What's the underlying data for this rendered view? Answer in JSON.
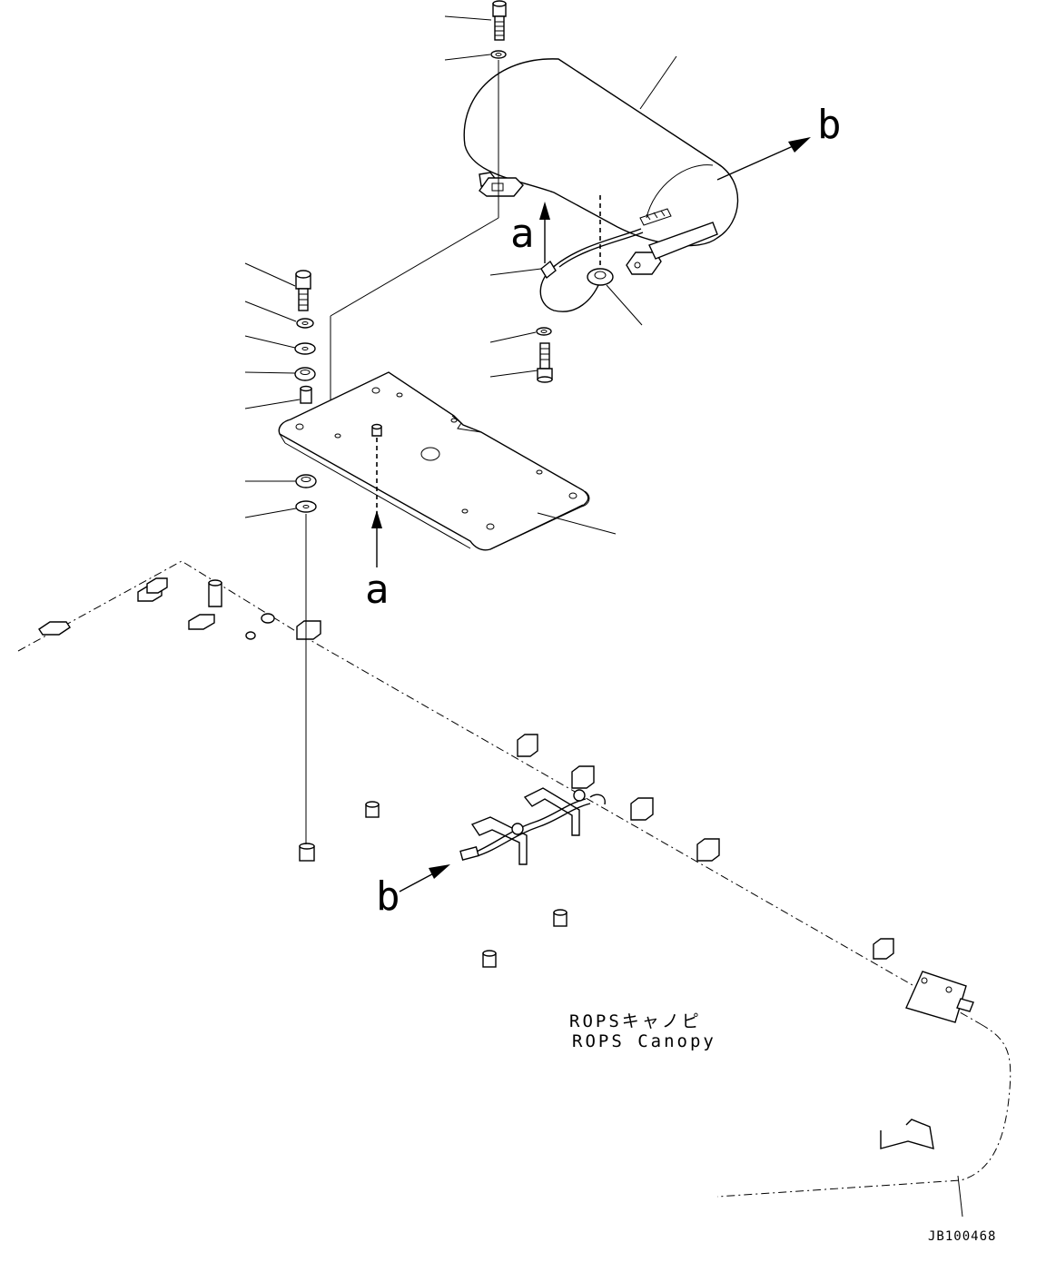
{
  "view_letters": {
    "a_top": "a",
    "a_bottom": "a",
    "b_top": "b",
    "b_bottom": "b"
  },
  "canopy_label": {
    "japanese": "ROPSキャノピ",
    "english": "ROPS Canopy"
  },
  "drawing_code": "JB100468"
}
